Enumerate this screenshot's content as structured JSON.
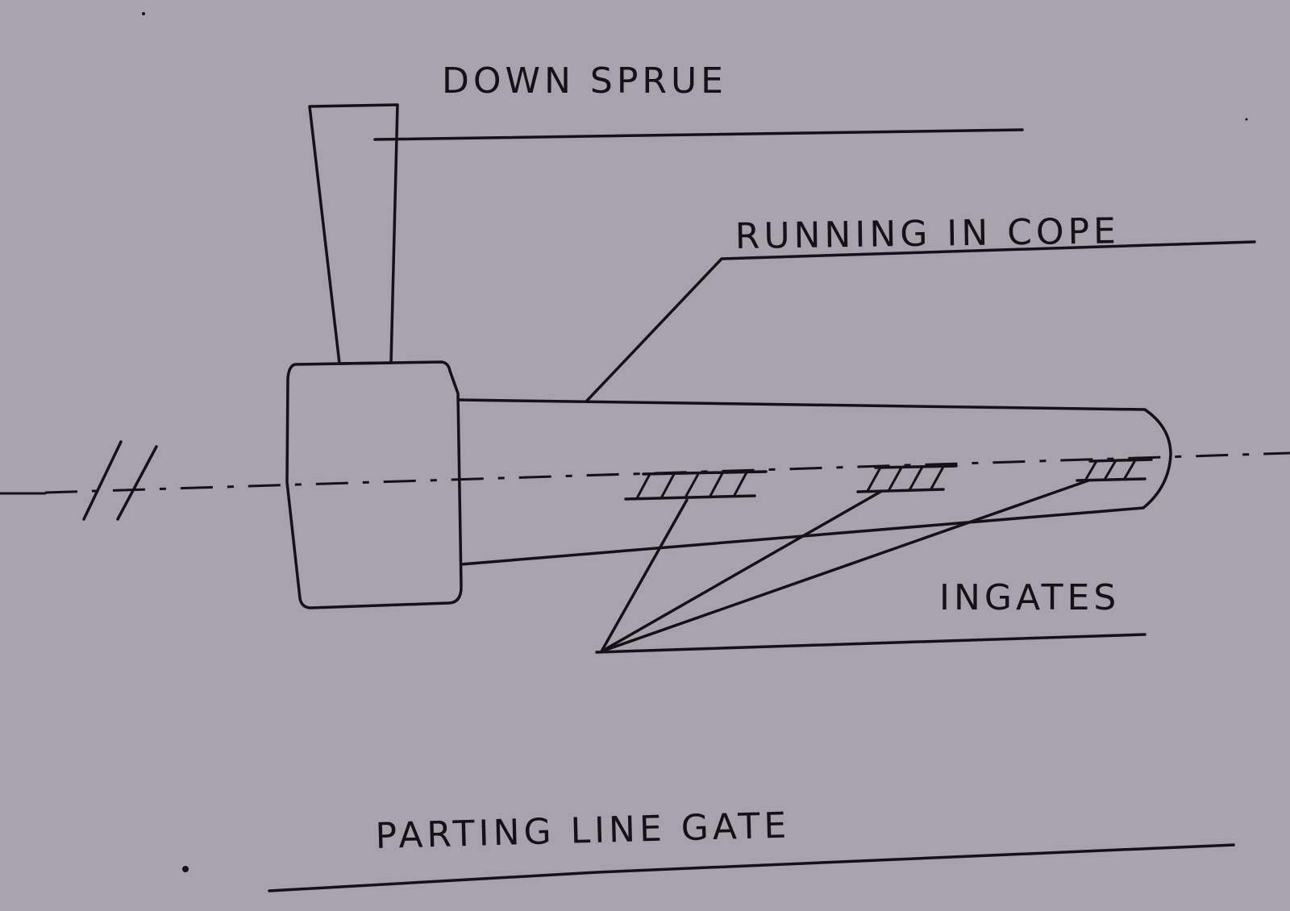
{
  "labels": {
    "down_sprue": "DOWN SPRUE",
    "running_in_cope": "RUNNING IN COPE",
    "ingates": "INGATES",
    "title": "PARTING LINE GATE"
  },
  "colors": {
    "paper": "#a7a2ac",
    "ink": "#141216"
  }
}
